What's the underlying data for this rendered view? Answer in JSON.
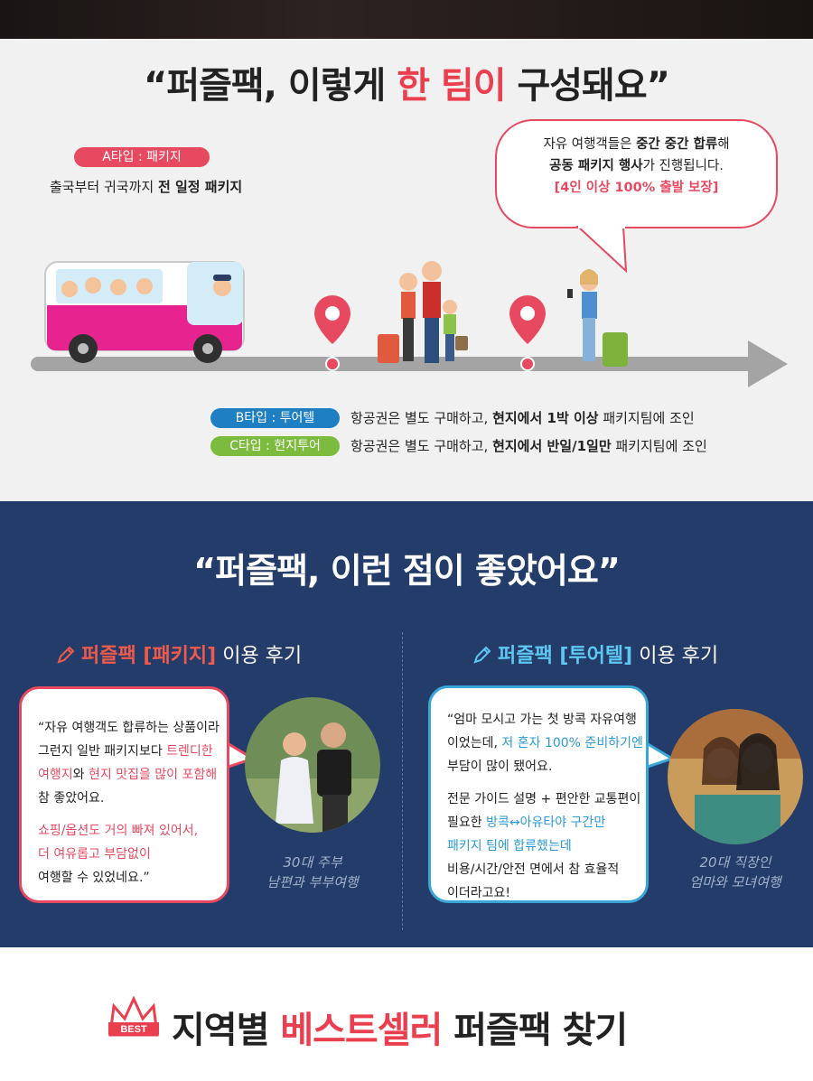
{
  "section1": {
    "title_prefix": "“퍼즐팩, 이렇게 ",
    "title_highlight": "한 팀이",
    "title_suffix": " 구성돼요”",
    "typeA": {
      "label": "A타입 : 패키지",
      "desc_prefix": "출국부터 귀국까지 ",
      "desc_bold": "전 일정 패키지"
    },
    "bubble": {
      "line1_prefix": "자유 여행객들은 ",
      "line1_bold": "중간 중간 합류",
      "line1_suffix": "해",
      "line2_bold": "공동 패키지 행사",
      "line2_suffix": "가 진행됩니다.",
      "line3": "[4인 이상 100% 출발 보장]"
    },
    "typeB": {
      "label": "B타입 : 투어텔",
      "prefix": "항공권은 별도 구매하고, ",
      "bold": "현지에서 1박 이상",
      "suffix": " 패키지팀에 조인"
    },
    "typeC": {
      "label": "C타입 : 현지투어",
      "prefix": "항공권은 별도 구매하고, ",
      "bold": "현지에서 반일/1일만",
      "suffix": " 패키지팀에 조인"
    }
  },
  "section2": {
    "title": "“퍼즐팩, 이런 점이 좋았어요”",
    "left": {
      "title_bold": "퍼즐팩 [패키지]",
      "title_rest": " 이용 후기",
      "l1": "“자유 여행객도 합류하는 상품이라",
      "l2a": "그런지 일반 패키지보다 ",
      "l2b": "트렌디한",
      "l3a": "여행지",
      "l3b": "와 ",
      "l3c": "현지 맛집을 많이 포함해",
      "l4": "참 좋았어요.",
      "l5": "쇼핑/옵션도 거의 빠져 있어서,",
      "l6": "더 여유롭고 부담없이",
      "l7": "여행할 수 있었네요.”",
      "caption1": "30대 주부",
      "caption2": "남편과 부부여행"
    },
    "right": {
      "title_bold": "퍼즐팩 [투어텔]",
      "title_rest": " 이용 후기",
      "l1": "“엄마 모시고 가는 첫 방콕 자유여행",
      "l2a": "이었는데, ",
      "l2b": "저 혼자 100% 준비하기엔",
      "l3": "부담이 많이 됐어요.",
      "l4": "전문 가이드 설명 + 편안한 교통편이",
      "l5a": "필요한 ",
      "l5b": "방콕↔아유타야 구간만",
      "l6": "패키지 팀에 합류했는데",
      "l7": "비용/시간/안전 면에서 참 효율적",
      "l8": "이더라고요!",
      "caption1": "20대 직장인",
      "caption2": "엄마와 모녀여행"
    }
  },
  "section3": {
    "badge": "BEST",
    "title_prefix": "지역별 ",
    "title_highlight": "베스트셀러",
    "title_suffix": " 퍼즐팩 찾기"
  },
  "colors": {
    "red": "#e74961",
    "navy": "#243c69",
    "blue": "#1e7fc3",
    "green": "#7cbb3e",
    "sky": "#3aa6d8"
  }
}
